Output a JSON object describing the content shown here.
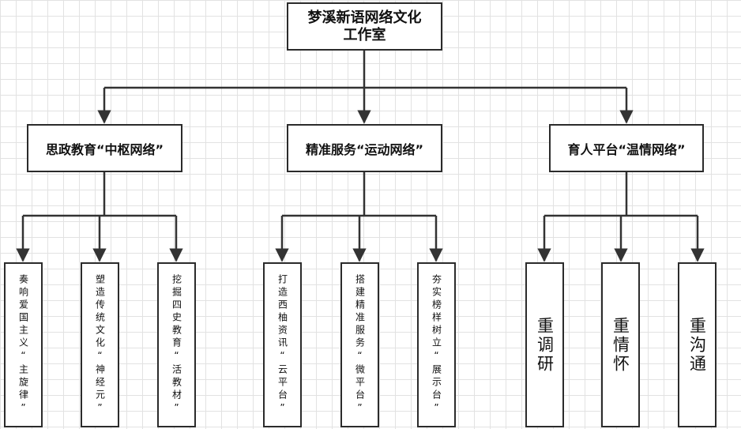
{
  "title": "梦溪新语网络文化工作室",
  "categories": [
    {
      "label": "思政教育“中枢网络”",
      "children": [
        "奏响爱国主义“主旋律”",
        "塑造传统文化“神经元”",
        "挖掘四史教育“活教材”"
      ]
    },
    {
      "label": "精准服务“运动网络”",
      "children": [
        "打造西柚资讯“云平台”",
        "搭建精准服务“微平台”",
        "夯实榜样树立“展示台”"
      ]
    },
    {
      "label": "育人平台“温情网络”",
      "children": [
        "重调研",
        "重情怀",
        "重沟通"
      ]
    }
  ]
}
